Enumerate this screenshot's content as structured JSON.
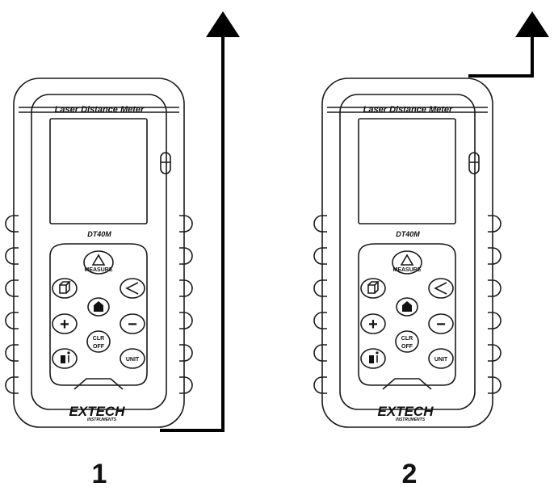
{
  "device": {
    "title": "Laser Distance Meter",
    "model": "DT40M",
    "brand": "EXTECH",
    "brand_sub": "INSTRUMENTS",
    "buttons": {
      "measure": "MEASURE",
      "clear_line1": "CLR",
      "clear_line2": "OFF",
      "unit": "UNIT",
      "plus": "+",
      "minus": "−"
    }
  },
  "steps": [
    {
      "label": "1"
    },
    {
      "label": "2"
    }
  ]
}
